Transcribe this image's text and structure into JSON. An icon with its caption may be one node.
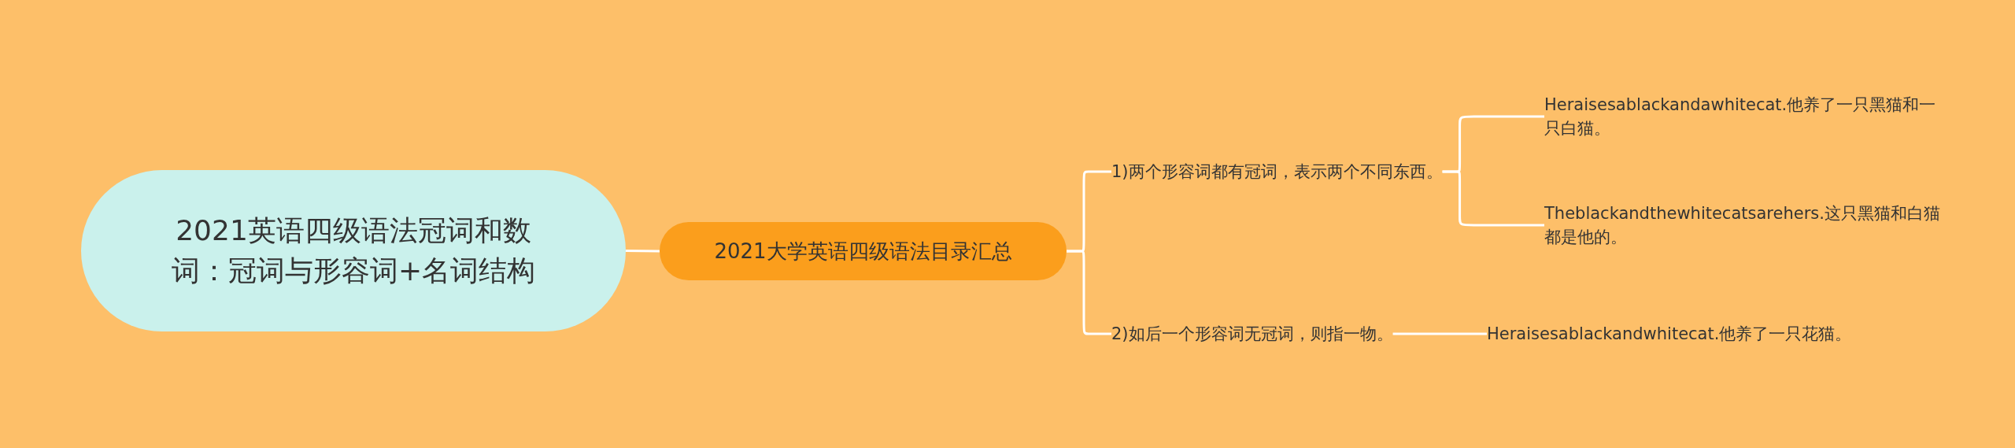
{
  "diagram": {
    "nodes": [
      {
        "text": [
          "2021英语四级语法冠词和数词：冠词与形容词+名词结构"
        ]
      },
      {
        "text": [
          "2021大学英语四级语法目录汇总"
        ]
      },
      {
        "text": [
          "1)两个形容词都有冠词，表示两个不同东西。"
        ]
      },
      {
        "text": [
          "2)如后一个形容词无冠词，则指一物。"
        ]
      },
      {
        "text": [
          "Heraisesablackandawhitecat.他养了一只黑猫和一只白猫。"
        ]
      },
      {
        "text": [
          "Theblackandthewhitecatsarehers.这只黑猫和白猫都是他的。"
        ]
      },
      {
        "text": [
          "Heraisesablackandwhitecat.他养了一只花猫。"
        ]
      }
    ],
    "edges": [
      {
        "from": 0,
        "to": 1,
        "arrow": "none"
      },
      {
        "from": 1,
        "to": 2,
        "arrow": "none"
      },
      {
        "from": 1,
        "to": 3,
        "arrow": "none"
      },
      {
        "from": 2,
        "to": 4,
        "arrow": "none"
      },
      {
        "from": 2,
        "to": 5,
        "arrow": "none"
      },
      {
        "from": 3,
        "to": 6,
        "arrow": "none"
      }
    ]
  }
}
